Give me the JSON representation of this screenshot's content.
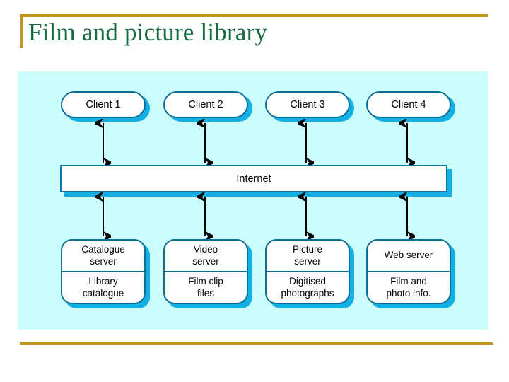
{
  "slide": {
    "title": "Film and picture library",
    "title_color": "#176b41",
    "accent_color": "#bf9823",
    "panel_color": "#ccfdfd",
    "shape_border_color": "#0c6f93",
    "shape_shadow_color": "#13b0e6",
    "shape_fill_color": "#ffffff"
  },
  "diagram": {
    "type": "client-server-network-diagram",
    "clients": [
      {
        "label": "Client 1"
      },
      {
        "label": "Client 2"
      },
      {
        "label": "Client 3"
      },
      {
        "label": "Client 4"
      }
    ],
    "network": {
      "label": "Internet"
    },
    "servers": [
      {
        "name": "Catalogue server",
        "name_line1": "Catalogue",
        "name_line2": "server",
        "content_line1": "Library",
        "content_line2": "catalogue"
      },
      {
        "name": "Video server",
        "name_line1": "Video",
        "name_line2": "server",
        "content_line1": "Film clip",
        "content_line2": "files"
      },
      {
        "name": "Picture server",
        "name_line1": "Picture",
        "name_line2": "server",
        "content_line1": "Digitised",
        "content_line2": "photographs"
      },
      {
        "name": "Web server",
        "name_line1": "Web server",
        "name_line2": "",
        "content_line1": "Film and",
        "content_line2": "photo info."
      }
    ],
    "connectors": {
      "style": "double-headed-arrow",
      "color": "#000000",
      "client_to_internet_count": 4,
      "internet_to_server_count": 4
    }
  }
}
